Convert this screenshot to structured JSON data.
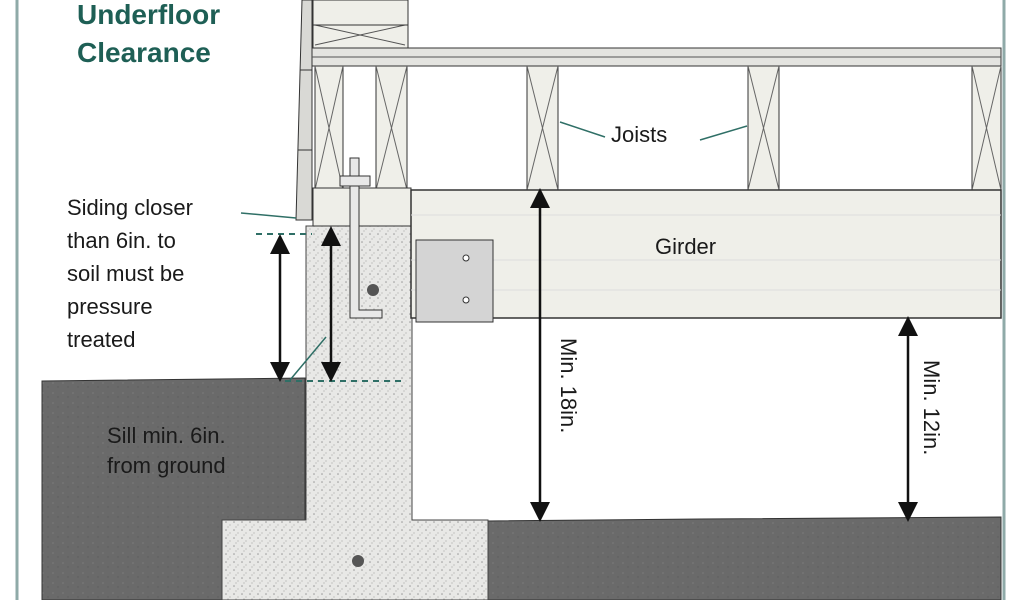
{
  "title": [
    "Underfloor",
    "Clearance"
  ],
  "labels": {
    "joists": "Joists",
    "girder": "Girder",
    "siding_note": [
      "Siding closer",
      "than 6in. to",
      "soil must be",
      "pressure",
      "treated"
    ],
    "sill_note": [
      "Sill min. 6in.",
      "from ground"
    ],
    "min_18": "Min. 18in.",
    "min_12": "Min. 12in."
  },
  "colors": {
    "title": "#1e5f55",
    "dashed_line": "#2f6f66",
    "soil": "#6b6b6b",
    "concrete": "#e6e6e6",
    "wood": "#efefe9",
    "border": "#8faaa8"
  }
}
